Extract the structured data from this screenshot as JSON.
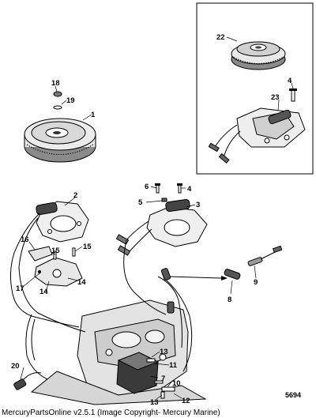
{
  "figure_id": "5694",
  "footer": "MercuryPartsOnline v2.5.1 (Image Copyright- Mercury Marine)",
  "callouts": {
    "c1": "1",
    "c2": "2",
    "c3": "3",
    "c4a": "4",
    "c4b": "4",
    "c5": "5",
    "c6": "6",
    "c7": "7",
    "c8": "8",
    "c9": "9",
    "c10": "10",
    "c11": "11",
    "c12": "12",
    "c13a": "13",
    "c13b": "13",
    "c14a": "14",
    "c14b": "14",
    "c15a": "15",
    "c15b": "15",
    "c16": "16",
    "c17": "17",
    "c18": "18",
    "c19": "19",
    "c20": "20",
    "c22": "22",
    "c23": "23"
  }
}
